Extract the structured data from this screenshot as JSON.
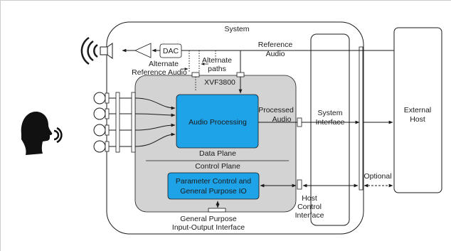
{
  "labels": {
    "system": "System",
    "dac": "DAC",
    "reference_audio": [
      "Reference",
      "Audio"
    ],
    "alternate_reference_audio": [
      "Alternate",
      "Reference Audio"
    ],
    "alternate_paths": [
      "Alternate",
      "paths"
    ],
    "xvf3800": "XVF3800",
    "audio_processing": "Audio Processing",
    "processed_audio": [
      "Processed",
      "Audio"
    ],
    "system_interface": [
      "System",
      "Interface"
    ],
    "external_host": [
      "External",
      "Host"
    ],
    "data_plane": "Data Plane",
    "control_plane": "Control Plane",
    "parameter_control": [
      "Parameter Control and",
      "General Purpose IO"
    ],
    "host_control_interface": [
      "Host",
      "Control",
      "Interface"
    ],
    "optional": "Optional",
    "gpio_interface": [
      "General Purpose",
      "Input-Output Interface"
    ]
  },
  "colors": {
    "xvf_block": "#d3d3d3",
    "processing_block": "#1fa3e8",
    "line": "#1a1a1a",
    "border": "#cccccc"
  },
  "icons": {
    "speaker": "speaker-icon",
    "talker": "speaking-person-icon",
    "microphones": "microphone-icon"
  }
}
